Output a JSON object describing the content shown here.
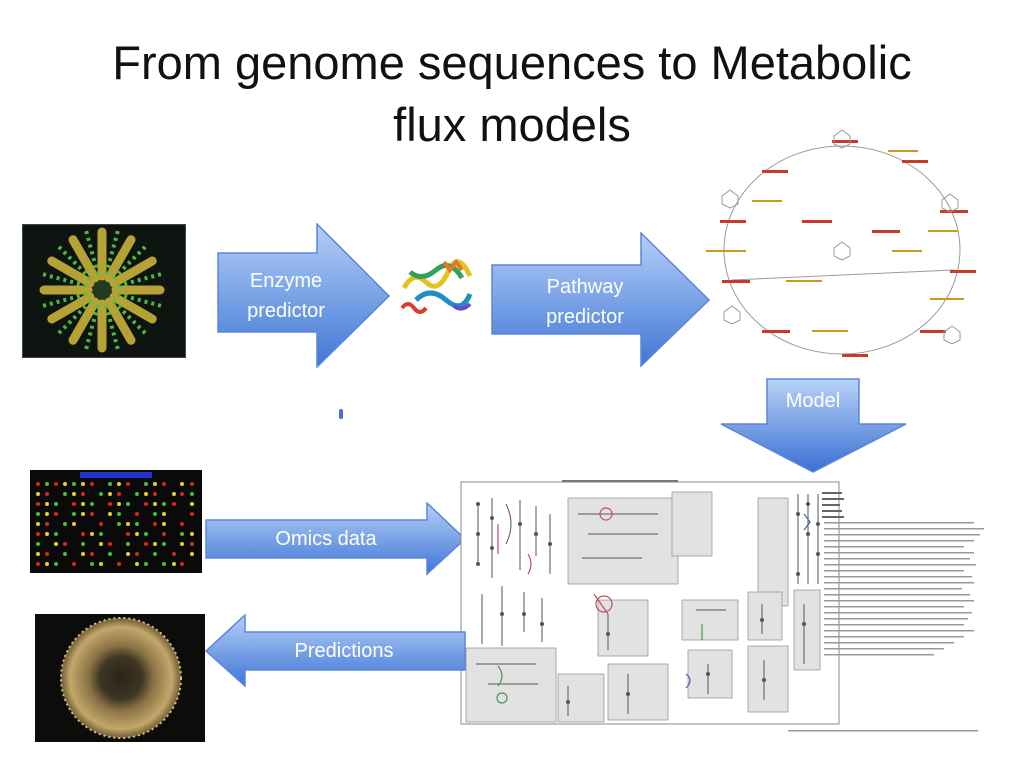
{
  "slide": {
    "title_line1": "From genome sequences to Metabolic",
    "title_line2": "flux models"
  },
  "arrows": {
    "enzyme_line1": "Enzyme",
    "enzyme_line2": "predictor",
    "pathway_line1": "Pathway",
    "pathway_line2": "predictor",
    "model": "Model",
    "omics": "Omics data",
    "predictions": "Predictions"
  },
  "colors": {
    "arrow_light": "#a9c7f3",
    "arrow_dark": "#3f73d4",
    "arrow_border": "#5b86d8"
  }
}
